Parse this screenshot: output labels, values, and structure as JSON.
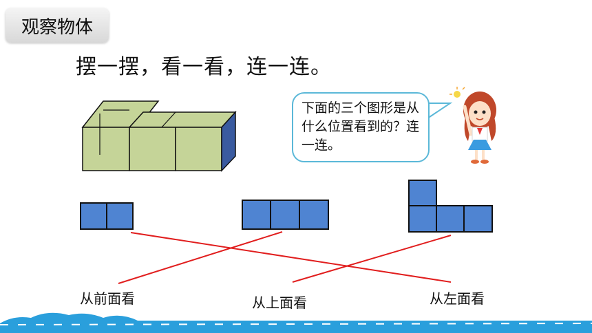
{
  "slide": {
    "title": "观察物体",
    "instruction": "摆一摆，看一看，连一连。",
    "speech_bubble": "下面的三个图形是从什么位置看到的？连一连。",
    "view_labels": {
      "front": "从前面看",
      "top": "从上面看",
      "left": "从左面看"
    }
  },
  "colors": {
    "cube_face": "#c5d498",
    "cube_side": "#3a5ba0",
    "view_square": "#4f84d2",
    "connector_line": "#e11e1e",
    "bubble_border": "#5bb8d8",
    "ground_wave": "#2a9fdc"
  }
}
